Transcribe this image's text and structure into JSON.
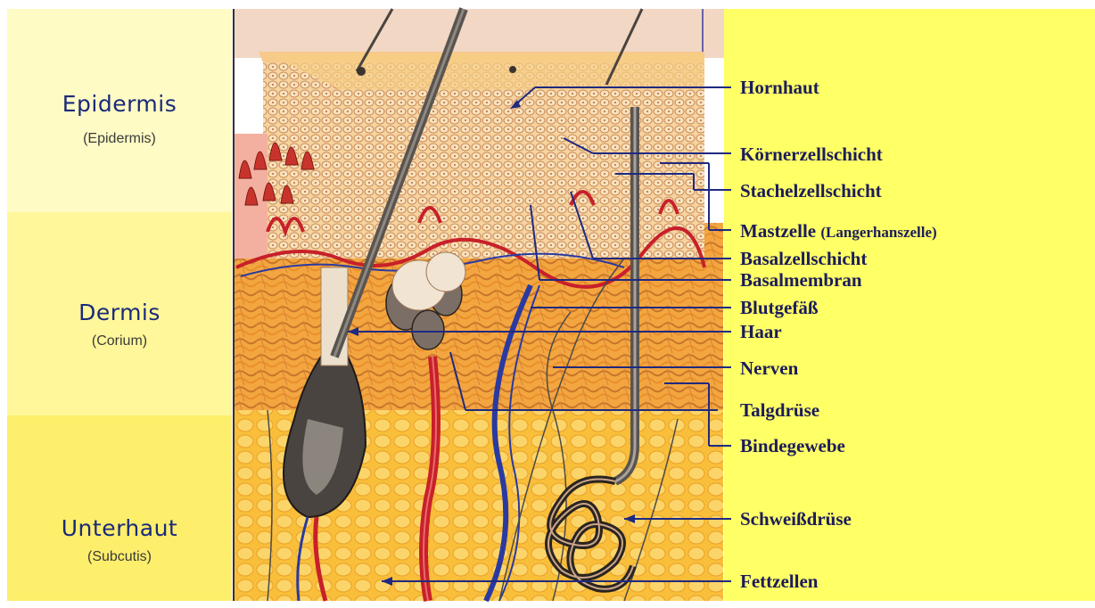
{
  "layers": [
    {
      "id": "epidermis",
      "title": "Epidermis",
      "subtitle": "(Epidermis)",
      "color": "#fffbc4"
    },
    {
      "id": "dermis",
      "title": "Dermis",
      "subtitle": "(Corium)",
      "color": "#fff79a"
    },
    {
      "id": "subcutis",
      "title": "Unterhaut",
      "subtitle": "(Subcutis)",
      "color": "#fdee6c"
    }
  ],
  "labels": {
    "hornhaut": "Hornhaut",
    "koernerzellschicht": "Körnerzellschicht",
    "stachelzellschicht": "Stachelzellschicht",
    "mastzelle": "Mastzelle",
    "mastzelle_note": "(Langerhanszelle)",
    "basalzellschicht": "Basalzellschicht",
    "basalmembran": "Basalmembran",
    "blutgefaess": "Blutgefäß",
    "haar": "Haar",
    "nerven": "Nerven",
    "talgdruese": "Talgdrüse",
    "bindegewebe": "Bindegewebe",
    "schweissdruese": "Schweißdrüse",
    "fettzellen": "Fettzellen"
  },
  "colors": {
    "label_text": "#1c1c5a",
    "leader_line": "#1f2a80",
    "right_panel": "#ffff66",
    "epidermis_tissue": "#f4c890",
    "dermis_tissue": "#f5a623",
    "fat_tissue": "#fbc53a",
    "blood_vessel": "#c8202a",
    "hair": "#555555"
  }
}
